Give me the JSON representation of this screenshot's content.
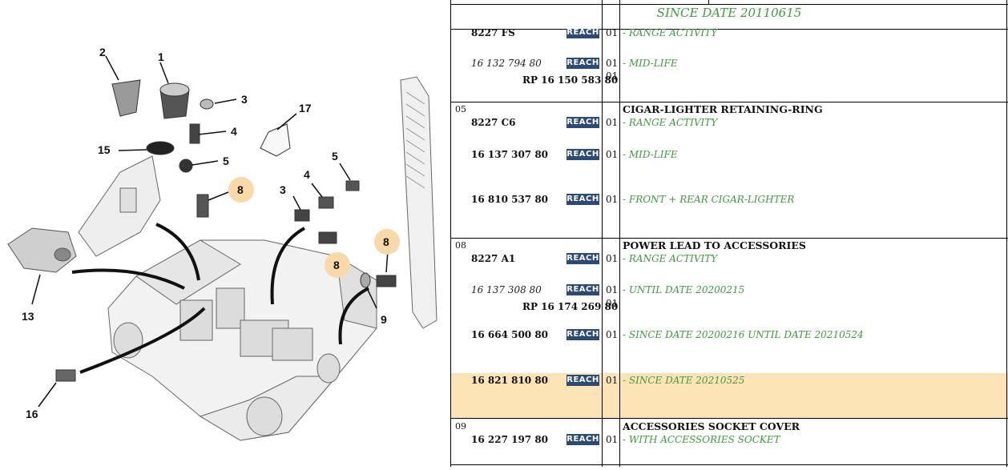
{
  "diagram": {
    "callouts": [
      "1",
      "2",
      "3",
      "4",
      "5",
      "8",
      "9",
      "13",
      "15",
      "16",
      "17"
    ]
  },
  "header": {
    "since_text": "SINCE DATE 20110615"
  },
  "rows": [
    {
      "ref": "8227 FS",
      "reach": "REACH",
      "qty": "01",
      "cond": "- RANGE ACTIVITY"
    },
    {
      "ref": "16 132 794 80",
      "reach": "REACH",
      "qty": "01",
      "cond": "- MID-LIFE"
    },
    {
      "rp": "RP 16 150 583 80",
      "qty": "01"
    },
    {
      "num": "05",
      "title": "CIGAR-LIGHTER RETAINING-RING"
    },
    {
      "ref": "8227 C6",
      "reach": "REACH",
      "qty": "01",
      "cond": "- RANGE ACTIVITY"
    },
    {
      "ref": "16 137 307 80",
      "reach": "REACH",
      "qty": "01",
      "cond": "- MID-LIFE"
    },
    {
      "ref": "16 810 537 80",
      "reach": "REACH",
      "qty": "01",
      "cond": "- FRONT + REAR CIGAR-LIGHTER"
    },
    {
      "num": "08",
      "title": "POWER LEAD TO ACCESSORIES"
    },
    {
      "ref": "8227 A1",
      "reach": "REACH",
      "qty": "01",
      "cond": "- RANGE ACTIVITY"
    },
    {
      "ref": "16 137 308 80",
      "reach": "REACH",
      "qty": "01",
      "cond": "- UNTIL DATE 20200215"
    },
    {
      "rp": "RP 16 174 269 80",
      "qty": "01"
    },
    {
      "ref": "16 664 500 80",
      "reach": "REACH",
      "qty": "01",
      "cond": "- SINCE DATE 20200216 UNTIL DATE 20210524"
    },
    {
      "ref": "16 821 810 80",
      "reach": "REACH",
      "qty": "01",
      "cond": "- SINCE DATE 20210525",
      "highlighted": true
    },
    {
      "num": "09",
      "title": "ACCESSORIES SOCKET COVER"
    },
    {
      "ref": "16 227 197 80",
      "reach": "REACH",
      "qty": "01",
      "cond": "- WITH ACCESSORIES SOCKET"
    }
  ],
  "colors": {
    "reach_bg": "#2b4a74",
    "condition_text": "#3c9c3c",
    "highlight_row": "#fde4b6",
    "callout_badge": "#f9d9a8"
  }
}
